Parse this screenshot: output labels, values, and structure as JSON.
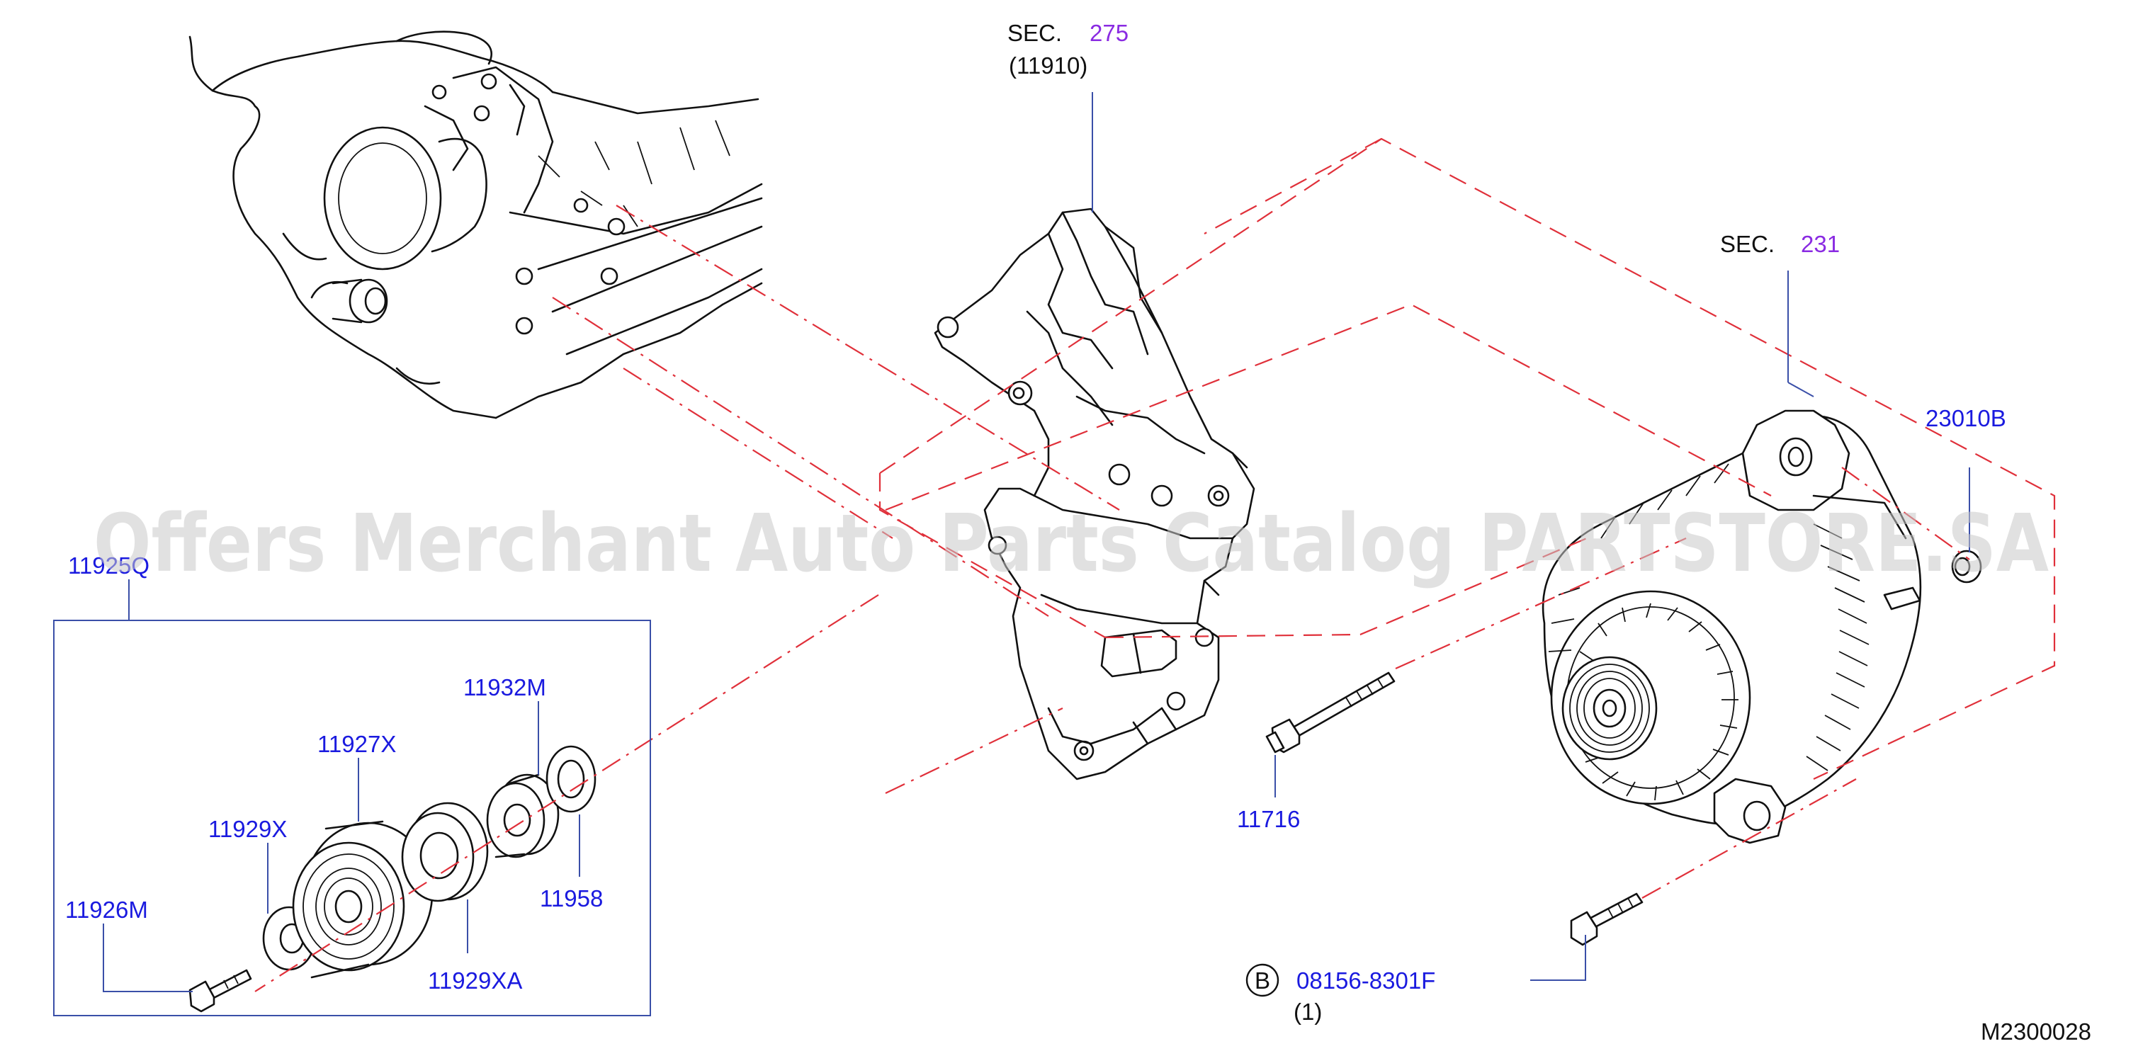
{
  "diagram_id": "M2300028",
  "watermark": "Offers Merchant Auto Parts Catalog PARTSTORE.SA",
  "colors": {
    "part_label": "#1a1adf",
    "section_ref": "#8a2be2",
    "leader": "#3a4fa8",
    "dash": "#e0303a",
    "outline": "#111111"
  },
  "section_refs": [
    {
      "prefix": "SEC.",
      "number": "275",
      "part": "(11910)"
    },
    {
      "prefix": "SEC.",
      "number": "231"
    }
  ],
  "parts": {
    "kit": "11925Q",
    "p11932m": "11932M",
    "p11927x": "11927X",
    "p11929x": "11929X",
    "p11926m": "11926M",
    "p11958": "11958",
    "p11929xa": "11929XA",
    "p11716": "11716",
    "p23010b": "23010B",
    "bolt": "08156-8301F"
  },
  "callout": {
    "letter": "B",
    "qty": "(1)"
  },
  "icons": [
    "engine-block",
    "alternator-bracket",
    "alternator",
    "idler-pulley",
    "washer",
    "spacer",
    "bolt",
    "nut"
  ]
}
